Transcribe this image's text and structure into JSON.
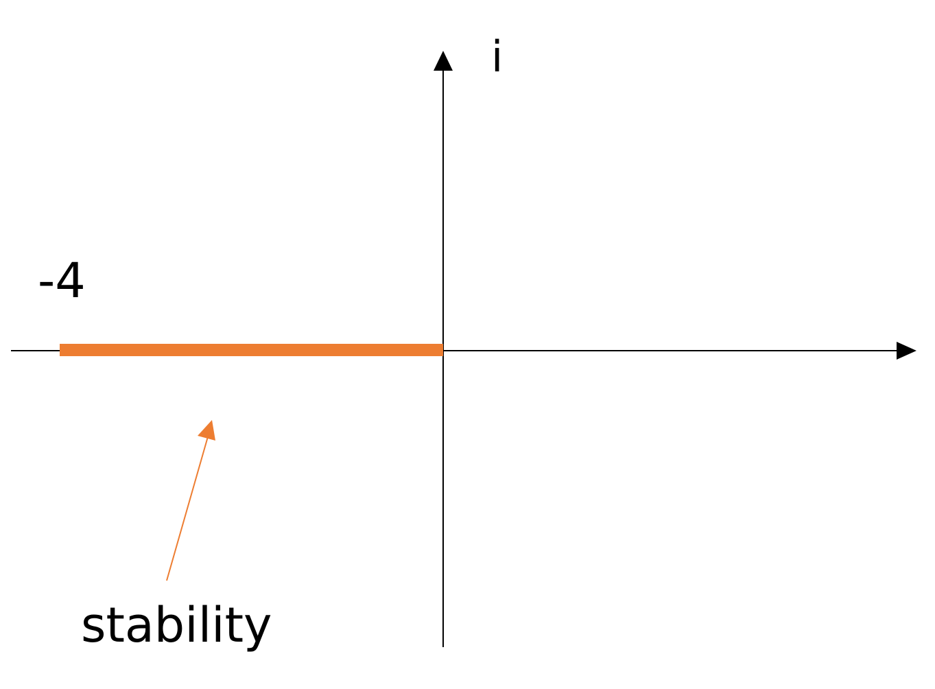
{
  "diagram": {
    "imaginary_axis_label": "i",
    "tick_label": "-4",
    "annotation": "stability",
    "axis_color": "#000000",
    "highlight_color": "#ED7D31",
    "highlight_interval": [
      -4,
      0
    ]
  }
}
